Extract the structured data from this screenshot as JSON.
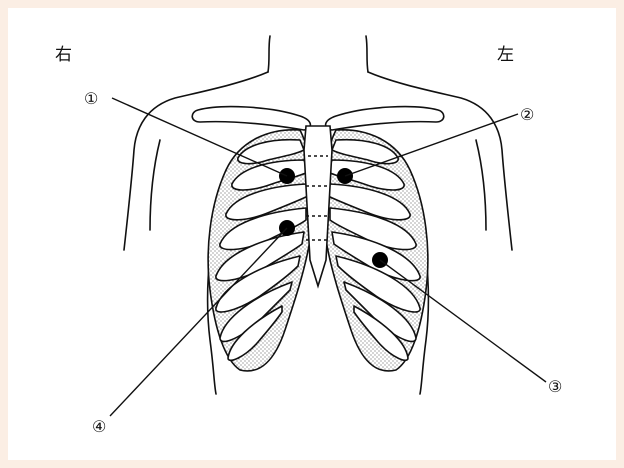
{
  "labels": {
    "right_side": "右",
    "left_side": "左"
  },
  "markers": [
    {
      "id": "1",
      "glyph": "①"
    },
    {
      "id": "2",
      "glyph": "②"
    },
    {
      "id": "3",
      "glyph": "③"
    },
    {
      "id": "4",
      "glyph": "④"
    }
  ],
  "colors": {
    "background": "#fbeee4",
    "panel": "#ffffff",
    "ink": "#111111",
    "marker_dot": "#000000"
  }
}
